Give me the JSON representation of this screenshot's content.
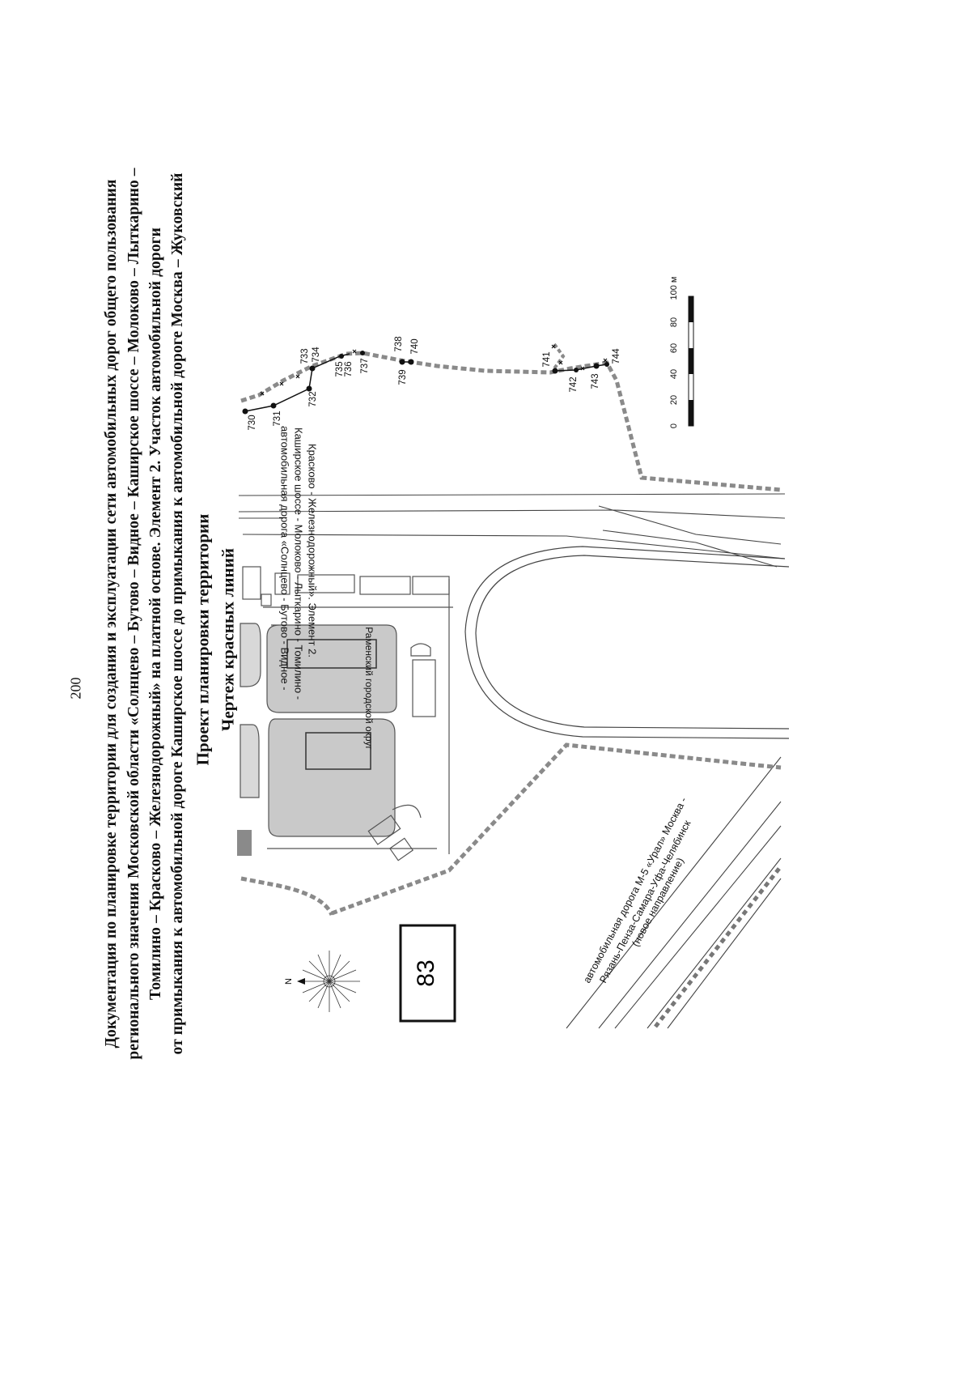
{
  "page_number": "200",
  "header": {
    "lines": [
      "Документация по планировке территории для создания и эксплуатации сети автомобильных дорог общего пользования",
      "регионального значения Московской области «Солнцево – Бутово – Видное – Каширское шоссе – Молоково – Лыткарино –",
      "Томилино – Красково – Железнодорожный» на платной основе. Элемент 2. Участок автомобильной дороги",
      "от примыкания к автомобильной дороге Каширское шоссе до примыкания к автомобильной дороге Москва – Жуковский"
    ],
    "project_title": "Проект планировки территории",
    "drawing_title": "Чертеж красных линий"
  },
  "map": {
    "sheet_number": "83",
    "road_label_lines": [
      "автомобильная дорога «Солнцево - Бутово - Видное -",
      "Каширское шоссе - Молоково - Лыткарино - Томилино -",
      "Красково - Железнодорожный». Элемент 2."
    ],
    "m5_label_lines": [
      "автомобильная дорога М-5 «Урал» Москва -",
      "Рязань-Пенза-Самара-Уфа-Челябинск",
      "(новое направление)"
    ],
    "district_label": "Раменский городской округ",
    "north_label": "N",
    "points": [
      {
        "id": "730"
      },
      {
        "id": "731"
      },
      {
        "id": "732"
      },
      {
        "id": "733"
      },
      {
        "id": "734"
      },
      {
        "id": "735"
      },
      {
        "id": "736"
      },
      {
        "id": "737"
      },
      {
        "id": "738"
      },
      {
        "id": "739"
      },
      {
        "id": "740"
      },
      {
        "id": "741"
      },
      {
        "id": "742"
      },
      {
        "id": "743"
      },
      {
        "id": "744"
      }
    ],
    "scale_bar": {
      "ticks": [
        "0",
        "20",
        "40",
        "60",
        "80",
        "100 м"
      ]
    }
  }
}
